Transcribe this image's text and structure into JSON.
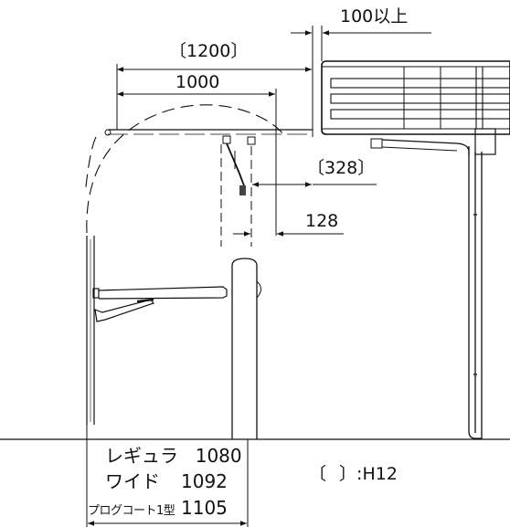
{
  "dimensions": {
    "clearance": "100以上",
    "width_h12": "〔1200〕",
    "width": "1000",
    "offset_h12": "〔328〕",
    "offset": "128"
  },
  "sizes": [
    {
      "name": "レギュラ",
      "value": "1080"
    },
    {
      "name": "ワイド",
      "value": "1092"
    },
    {
      "name": "プログコート1型",
      "value": "1105"
    }
  ],
  "legend": "〔 〕:H12"
}
